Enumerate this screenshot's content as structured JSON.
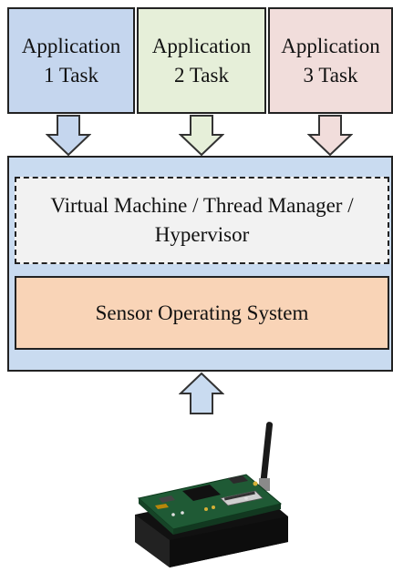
{
  "apps": [
    {
      "line1": "Application",
      "line2": "1 Task"
    },
    {
      "line1": "Application",
      "line2": "2 Task"
    },
    {
      "line1": "Application",
      "line2": "3 Task"
    }
  ],
  "vm": {
    "line1": "Virtual Machine / Thread Manager /",
    "line2": "Hypervisor"
  },
  "os": {
    "label": "Sensor Operating System"
  },
  "colors": {
    "app1": "#c5d6ee",
    "app2": "#e6efd9",
    "app3": "#f1dddb",
    "platform": "#c9dbf0",
    "vm": "#f2f2f2",
    "os": "#f9d4b7"
  }
}
